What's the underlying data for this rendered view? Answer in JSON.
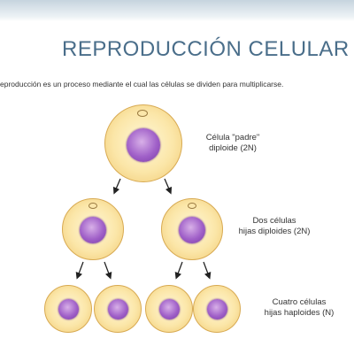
{
  "title": "REPRODUCCIÓN CELULAR",
  "subtitle": "eproducción es un proceso mediante el cual las células se dividen para multiplicarse.",
  "labels": {
    "parent_line1": "Célula \"padre\"",
    "parent_line2": "diploide (2N)",
    "daughters_line1": "Dos células",
    "daughters_line2": "hijas diploides (2N)",
    "granddaughters_line1": "Cuatro células",
    "granddaughters_line2": "hijas haploides (N)"
  },
  "colors": {
    "title": "#4a6e8a",
    "cell_fill": "#fbe6a8",
    "cell_border": "#d8aa52",
    "nucleus": "#a060c8"
  },
  "icons": {
    "arrow": "arrow-down-icon",
    "cell": "cell-icon",
    "nucleus": "nucleus-icon"
  }
}
